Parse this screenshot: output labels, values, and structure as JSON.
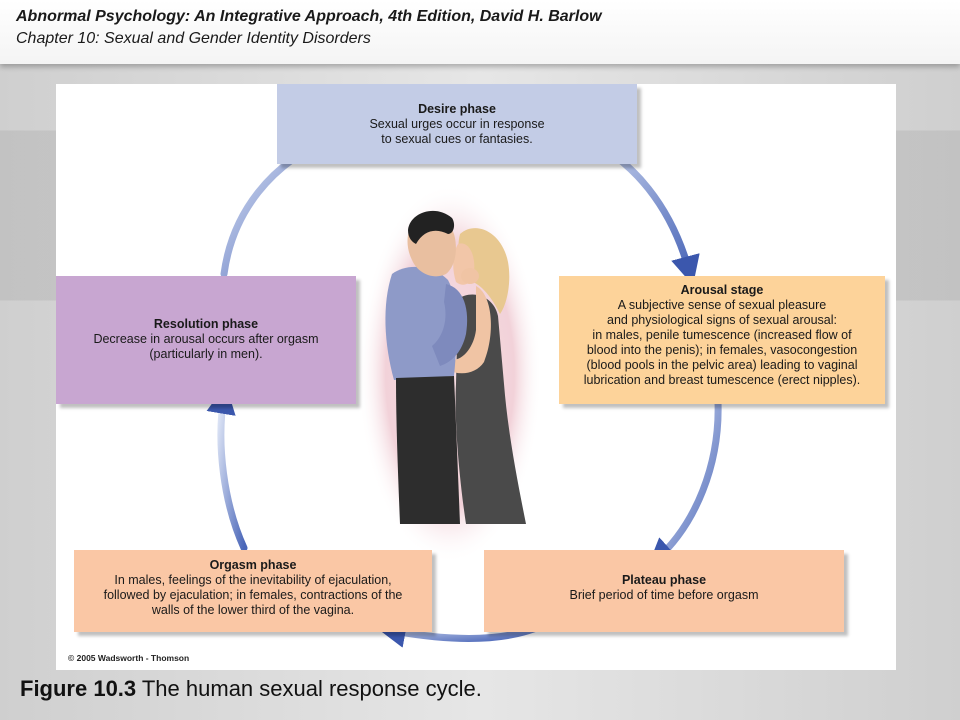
{
  "header": {
    "book": "Abnormal Psychology: An Integrative Approach, 4th Edition, David H. Barlow",
    "chapter": "Chapter 10: Sexual and Gender Identity  Disorders"
  },
  "diagram": {
    "desire": {
      "title": "Desire phase",
      "lines": [
        "Sexual urges occur in response",
        "to sexual cues or fantasies."
      ]
    },
    "arousal": {
      "title": "Arousal stage",
      "lines": [
        "A subjective sense of sexual pleasure",
        "and physiological signs of sexual arousal:",
        "in males, penile tumescence (increased flow of",
        "blood into the penis); in females, vasocongestion",
        "(blood pools in the pelvic area) leading to vaginal",
        "lubrication and breast tumescence (erect nipples)."
      ]
    },
    "resolution": {
      "title": "Resolution phase",
      "lines": [
        "Decrease in arousal occurs after orgasm",
        "(particularly in men)."
      ]
    },
    "orgasm": {
      "title": "Orgasm phase",
      "lines": [
        "In males, feelings of the inevitability of ejaculation,",
        "followed by ejaculation; in females, contractions of the",
        "walls of the lower third of the vagina."
      ]
    },
    "plateau": {
      "title": "Plateau phase",
      "lines": [
        "Brief period of time before orgasm"
      ]
    },
    "copyright": "© 2005 Wadsworth - Thomson"
  },
  "caption": {
    "number": "Figure 10.3",
    "text": " The human sexual response cycle."
  },
  "colors": {
    "desire": "#c3cce6",
    "arousal": "#fdd39a",
    "resolution": "#c8a6d1",
    "orgasm": "#fac7a5",
    "plateau": "#fac7a5",
    "arrow": "#4a66b8"
  },
  "icons": [
    "cycle-arrow-icon",
    "couple-illustration"
  ]
}
